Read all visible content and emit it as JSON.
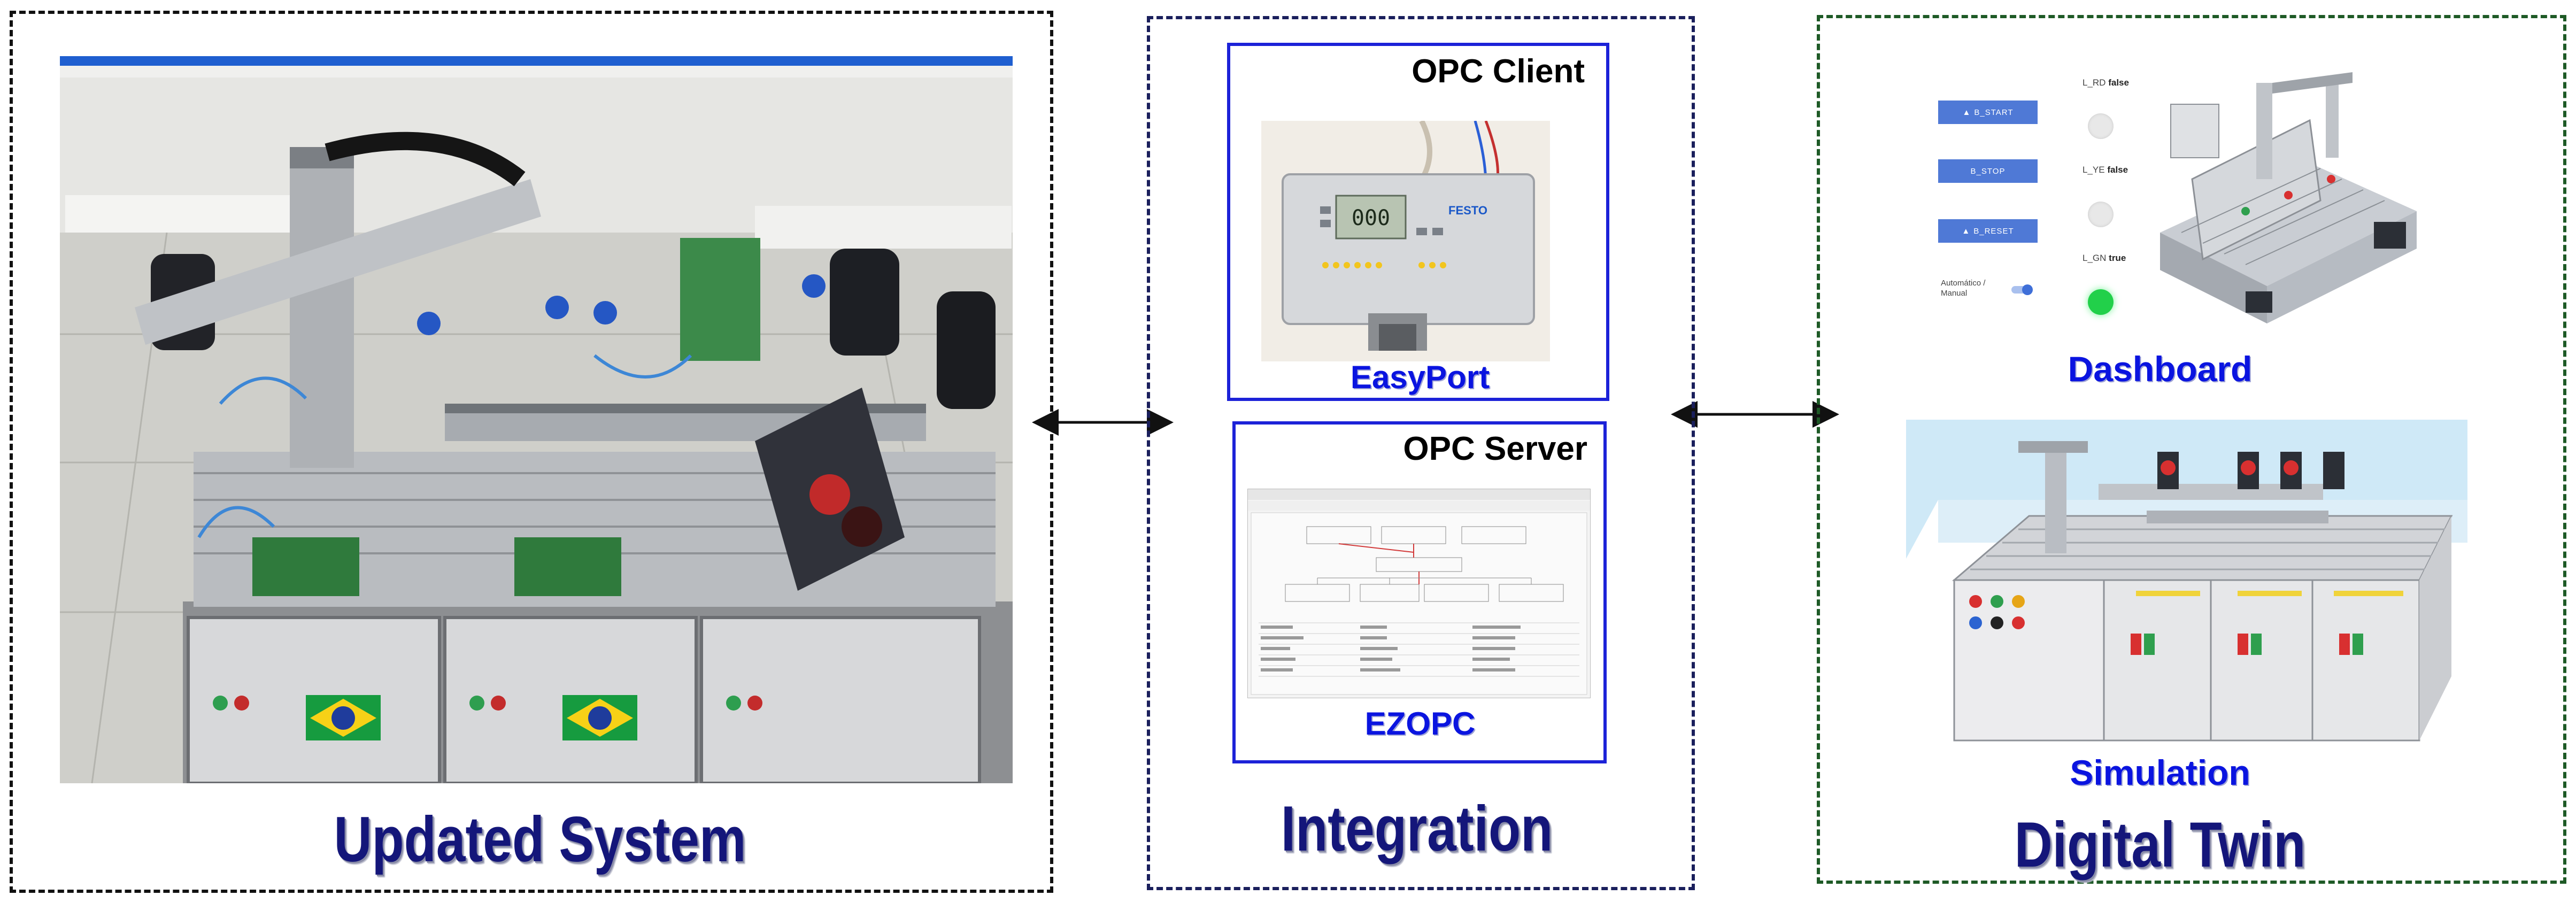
{
  "panels": {
    "left_title": "Updated System",
    "middle_title": "Integration",
    "right_title": "Digital Twin"
  },
  "integration": {
    "client_title": "OPC Client",
    "client_label": "EasyPort",
    "server_title": "OPC Server",
    "server_label": "EZOPC",
    "device_brand": "FESTO",
    "device_display": "000"
  },
  "dashboard": {
    "label": "Dashboard",
    "buttons": [
      "B_START",
      "B_STOP",
      "B_RESET"
    ],
    "indicators": [
      {
        "name": "L_RD",
        "state": "false",
        "color": "#e8e8e8"
      },
      {
        "name": "L_YE",
        "state": "false",
        "color": "#e8e8e8"
      },
      {
        "name": "L_GN",
        "state": "true",
        "color": "#22d04a"
      }
    ],
    "mode_label": "Automático / Manual"
  },
  "simulation": {
    "label": "Simulation"
  },
  "colors": {
    "title_navy": "#14167a",
    "label_blue": "#0a14e0",
    "box_border": "#1c22d8",
    "dash_button": "#4f79d6"
  }
}
